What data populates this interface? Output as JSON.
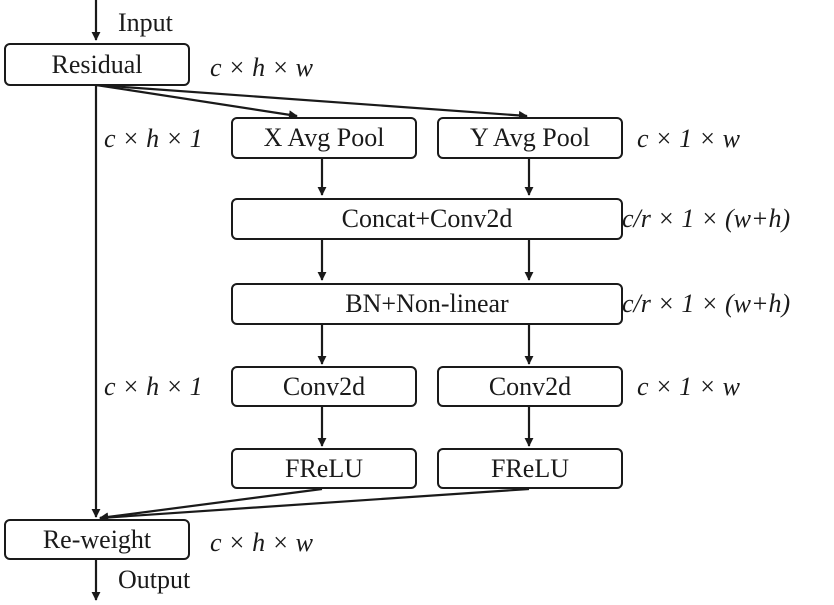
{
  "io": {
    "input_label": "Input",
    "output_label": "Output"
  },
  "nodes": {
    "residual": "Residual",
    "x_avg_pool": "X Avg Pool",
    "y_avg_pool": "Y Avg Pool",
    "concat_conv": "Concat+Conv2d",
    "bn_nonlinear": "BN+Non-linear",
    "conv_x": "Conv2d",
    "conv_y": "Conv2d",
    "frelu_x": "FReLU",
    "frelu_y": "FReLU",
    "reweight": "Re-weight"
  },
  "dims": {
    "residual_out": "c × h × w",
    "identity_top": "c × h × 1",
    "y_pool_out": "c × 1 × w",
    "concat_out": "c/r × 1 × (w+h)",
    "bn_out": "c/r × 1 × (w+h)",
    "identity_bottom": "c × h × 1",
    "conv_y_out": "c × 1 × w",
    "reweight_out": "c × h × w"
  },
  "colors": {
    "ink": "#1a1a1a",
    "background": "#ffffff"
  }
}
